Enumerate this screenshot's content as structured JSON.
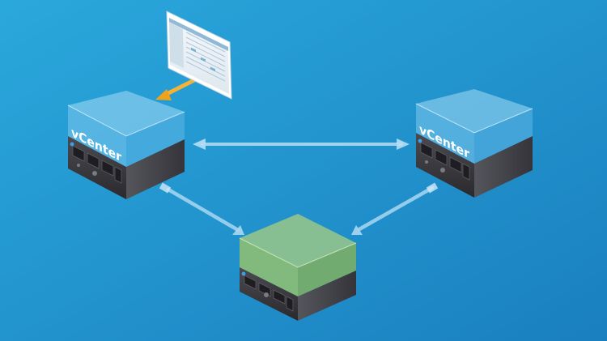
{
  "diagram": {
    "nodes": [
      {
        "id": "vcenter-left",
        "label": "vCenter"
      },
      {
        "id": "vcenter-right",
        "label": "vCenter"
      },
      {
        "id": "center-node",
        "label": ""
      }
    ],
    "edges": [
      {
        "from": "vcenter-left",
        "to": "vcenter-right",
        "style": "bidirectional"
      },
      {
        "from": "vcenter-left",
        "to": "center-node",
        "style": "directed"
      },
      {
        "from": "vcenter-right",
        "to": "center-node",
        "style": "directed"
      },
      {
        "from": "client-window",
        "to": "vcenter-left",
        "style": "directed",
        "color": "#f0a21c"
      }
    ],
    "colors": {
      "background_light": "#2aa8dc",
      "background_dark": "#1a7fbf",
      "glass_blue": "#7ec8ee",
      "glass_green": "#9bc46a",
      "server_dark": "#3a3a3e",
      "connector": "#a9d8f2",
      "client_arrow": "#f0a21c"
    }
  }
}
